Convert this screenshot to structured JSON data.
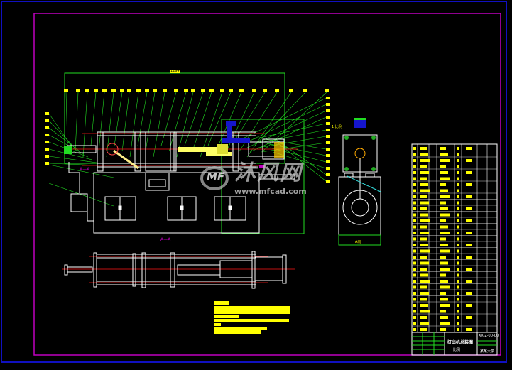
{
  "drawing": {
    "section_label_main": "A—A",
    "section_label_bottom": "A—A",
    "top_dimension": "1294",
    "side_view_label": "A向",
    "side_callout": "1 比例",
    "title_block": {
      "drawing_number": "XX-Z-00-00",
      "drawing_name": "挤出机总装图",
      "scale_label": "比例",
      "company": "某某大学"
    }
  },
  "watermark": {
    "logo_text": "MF",
    "chinese": "沐风网",
    "url": "www.mfcad.com"
  },
  "colors": {
    "background": "#000000",
    "frame": "#c000c0",
    "outer_border": "#1010c0",
    "lines": "#ffffff",
    "leaders": "#22dd22",
    "callouts": "#ffff00",
    "centerlines": "#c01010"
  }
}
